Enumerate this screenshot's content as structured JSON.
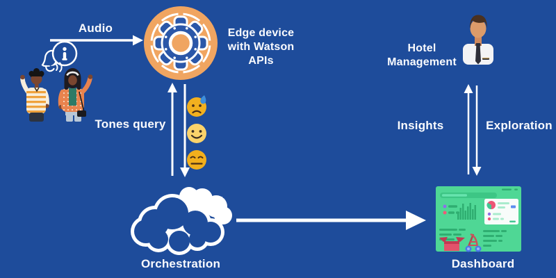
{
  "diagram": {
    "background_color": "#1E4C9B",
    "nodes": {
      "guests": {
        "icon": "guests-illustration",
        "speech_icon": "info-speech-bubble-icon",
        "speech_glyph": "i"
      },
      "edge_device": {
        "label_lines": [
          "Edge device",
          "with Watson",
          "APIs"
        ],
        "icon": "gear-icon",
        "icon_color": "#F0A561"
      },
      "orchestration": {
        "label": "Orchestration",
        "icon": "cloud-icon",
        "icon_color": "#FFFFFF"
      },
      "dashboard": {
        "label": "Dashboard",
        "icon": "dashboard-illustration",
        "icon_color": "#4FD795"
      },
      "hotel_management": {
        "label_lines": [
          "Hotel",
          "Management"
        ],
        "icon": "manager-avatar-icon"
      }
    },
    "edges": {
      "audio": {
        "label": "Audio",
        "direction": "right"
      },
      "tones_query": {
        "label": "Tones query",
        "direction": "bidirectional"
      },
      "cloud_to_dashboard": {
        "label": "",
        "direction": "right"
      },
      "insights": {
        "label": "Insights",
        "direction": "up"
      },
      "exploration": {
        "label": "Exploration",
        "direction": "down"
      }
    },
    "emojis": [
      "sad-sweat-emoji",
      "happy-emoji",
      "neutral-emoji"
    ],
    "emoji_colors": [
      "#F2B01F",
      "#FBD36B",
      "#F2AF1D"
    ],
    "arrow_color": "#FFFFFF",
    "text_color": "#FAFBFE"
  }
}
